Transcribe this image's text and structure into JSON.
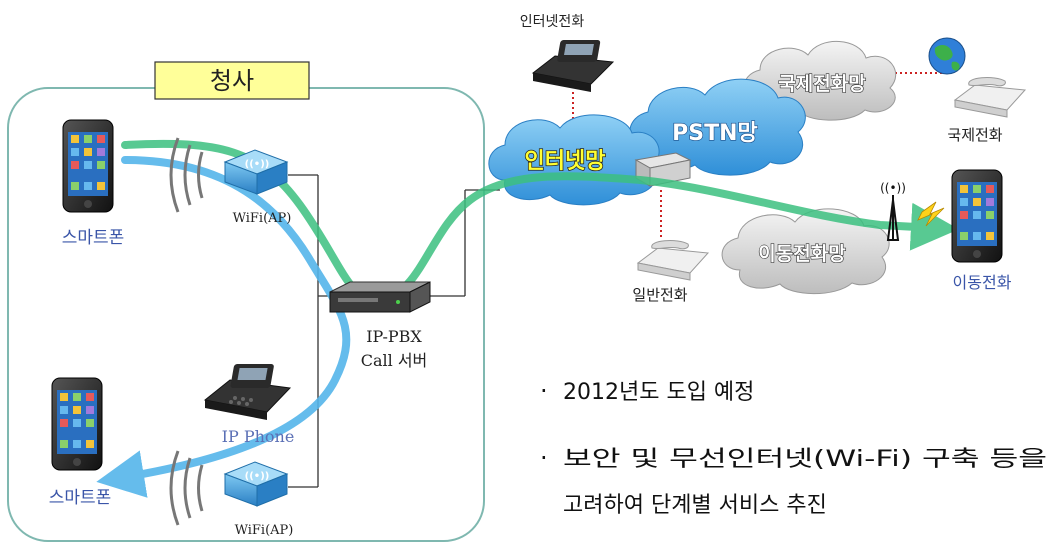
{
  "office": {
    "title": "청사"
  },
  "devices": {
    "smartphone_top": "스마트폰",
    "smartphone_bottom": "스마트폰",
    "wifi_ap_top": "WiFi(AP)",
    "wifi_ap_bottom": "WiFi(AP)",
    "ip_phone": "IP Phone",
    "pbx_line1": "IP-PBX",
    "pbx_line2": "Call 서버"
  },
  "external": {
    "internet_phone": "인터넷전화",
    "intl_phone": "국제전화",
    "general_phone": "일반전화",
    "mobile_phone": "이동전화"
  },
  "clouds": {
    "internet": "인터넷망",
    "pstn": "PSTN망",
    "international": "국제전화망",
    "mobile": "이동전화망"
  },
  "notes": {
    "bullet": "·",
    "line1": "2012년도 도입 예정",
    "line2": "보안 및 무선인터넷(Wi-Fi) 구축 등을",
    "line3": "고려하여 단계별 서비스 추진"
  },
  "colors": {
    "green_link": "#3cc080",
    "blue_link": "#55b5ea",
    "office_border": "#7fb8b0",
    "title_box": "#ffff99",
    "cloud_gray": "#d9d9d9",
    "cloud_blue": "#6ab6ea"
  }
}
